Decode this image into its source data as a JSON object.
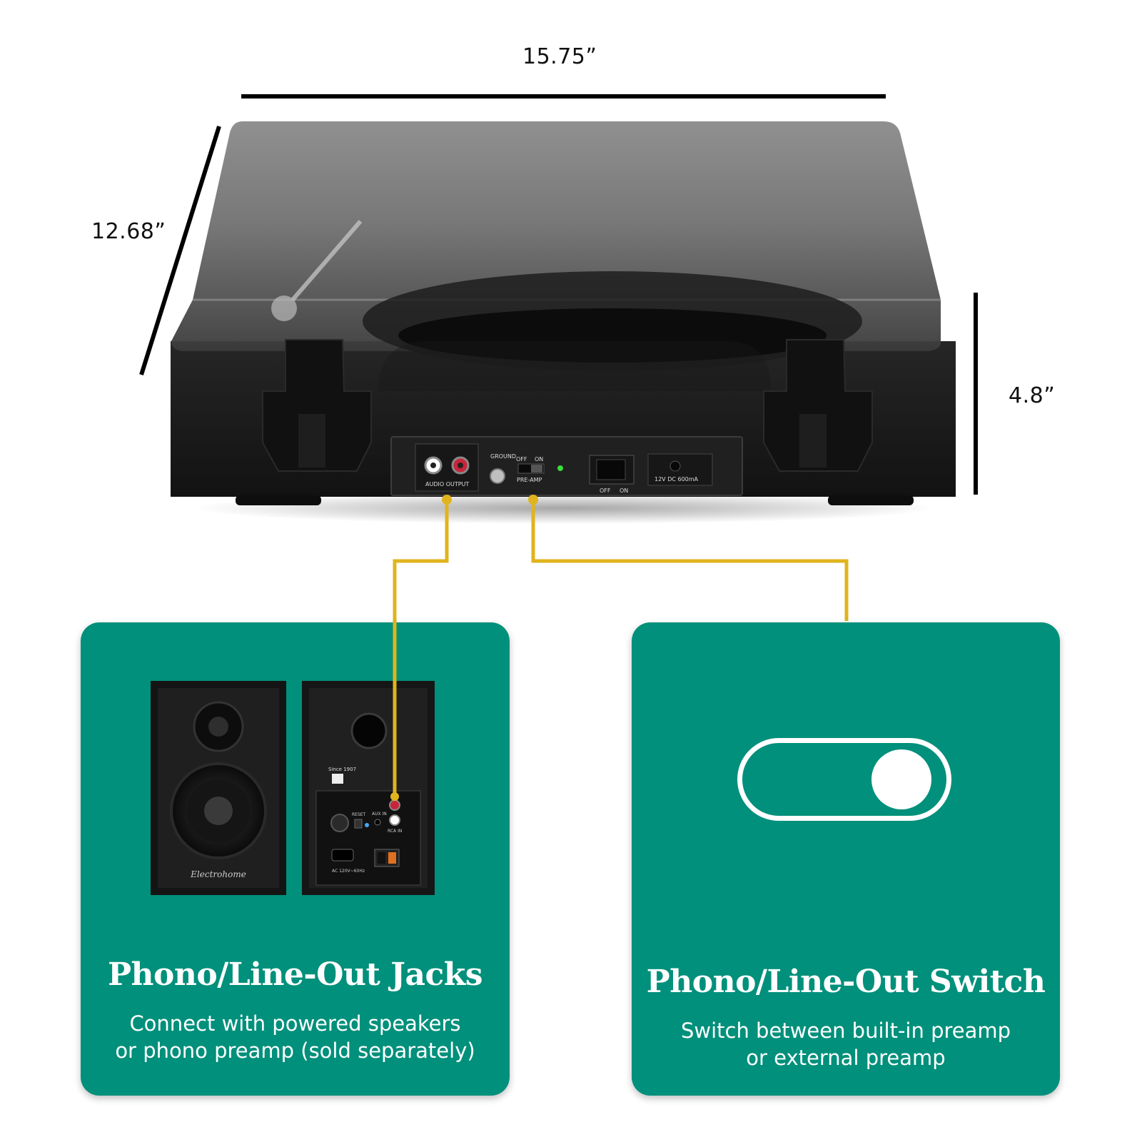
{
  "dimensions": {
    "width": "15.75”",
    "depth": "12.68”",
    "height": "4.8”"
  },
  "turntable_panel": {
    "audio_output": "AUDIO OUTPUT",
    "ground": "GROUND",
    "preamp_off": "OFF",
    "preamp_on": "ON",
    "preamp_label": "PRE-AMP",
    "power_off": "OFF",
    "power_on": "ON",
    "power_spec": "12V DC 600mA"
  },
  "speaker": {
    "brand": "Electrohome",
    "since": "Since 1907",
    "reset": "RESET",
    "aux_in": "AUX IN",
    "rca_in": "RCA IN",
    "ac": "AC 120V~60Hz"
  },
  "cards": {
    "left": {
      "title": "Phono/Line-Out Jacks",
      "desc_line1": "Connect with powered speakers",
      "desc_line2": "or phono preamp (sold separately)"
    },
    "right": {
      "title": "Phono/Line-Out Switch",
      "desc_line1": "Switch between built-in preamp",
      "desc_line2": "or external preamp"
    }
  },
  "colors": {
    "card_green": "#00907b",
    "connector_yellow": "#e0b41e",
    "turntable_body": "#1a1a1a"
  },
  "toggle_state": "on"
}
